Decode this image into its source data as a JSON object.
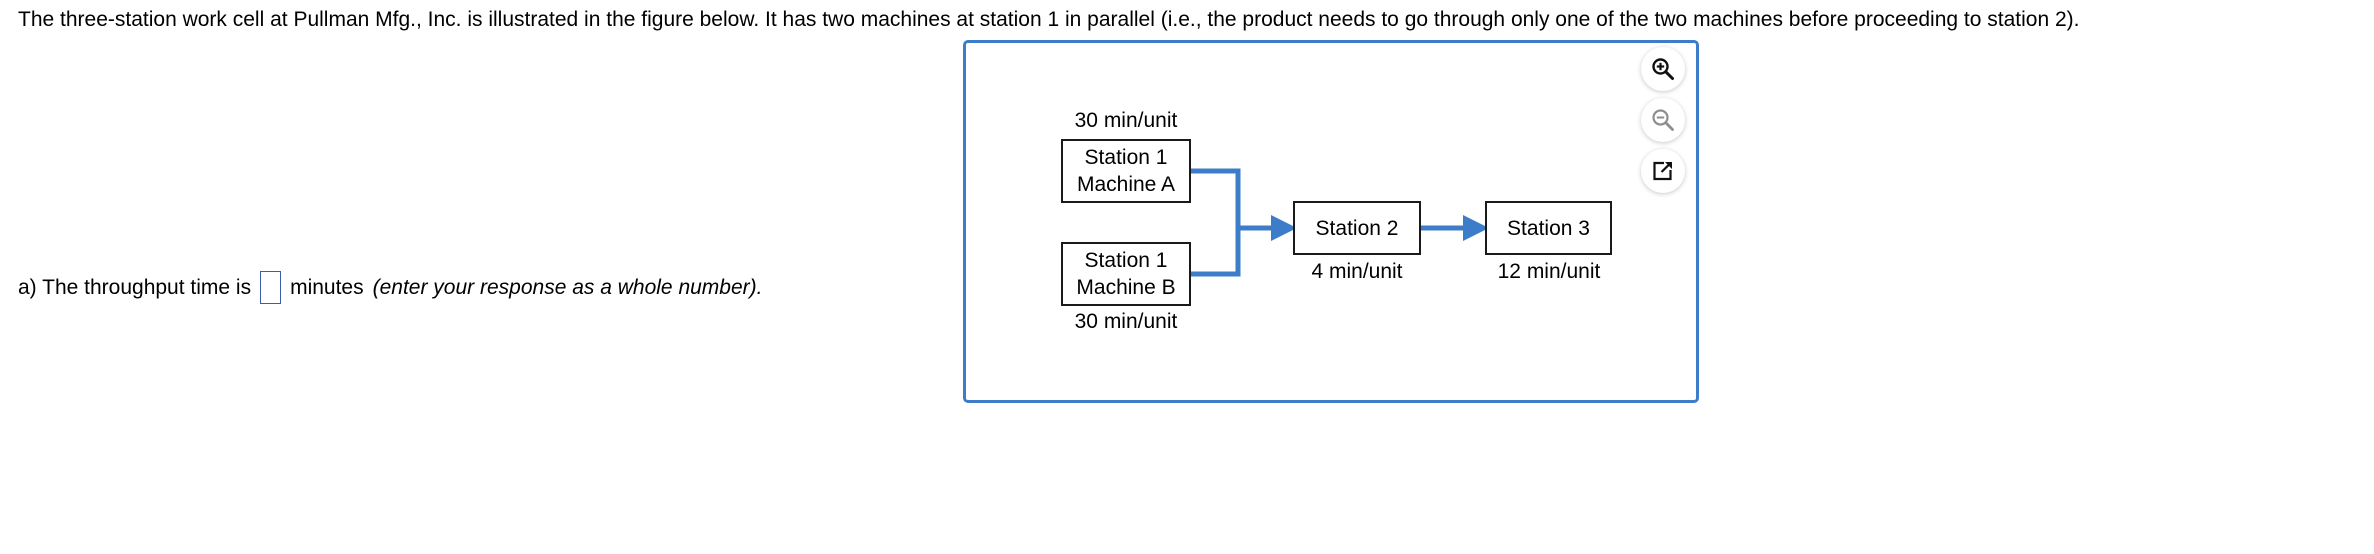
{
  "problem": {
    "statement": "The three-station work cell at Pullman Mfg., Inc. is illustrated in the figure below. It has two machines at station 1 in parallel (i.e., the product needs to go through only one of the two machines before proceeding to station 2)."
  },
  "figure": {
    "toolbar": {
      "zoom_in": "zoom-in-icon",
      "zoom_out": "zoom-out-icon",
      "popout": "open-in-new-window-icon"
    },
    "border_color": "#3d7cc9",
    "arrow_color": "#3d7cc9",
    "nodes": [
      {
        "id": "machine-a",
        "title": "Station 1",
        "subtitle": "Machine A",
        "rate": "30 min/unit",
        "rate_position": "above"
      },
      {
        "id": "machine-b",
        "title": "Station 1",
        "subtitle": "Machine B",
        "rate": "30 min/unit",
        "rate_position": "below"
      },
      {
        "id": "station-2",
        "title": "Station 2",
        "subtitle": "",
        "rate": "4 min/unit",
        "rate_position": "below"
      },
      {
        "id": "station-3",
        "title": "Station 3",
        "subtitle": "",
        "rate": "12 min/unit",
        "rate_position": "below"
      }
    ]
  },
  "question": {
    "part_label": "a) The throughput time is",
    "unit": "minutes",
    "hint": "(enter your response as a whole number).",
    "answer_value": "",
    "answer_placeholder": ""
  }
}
